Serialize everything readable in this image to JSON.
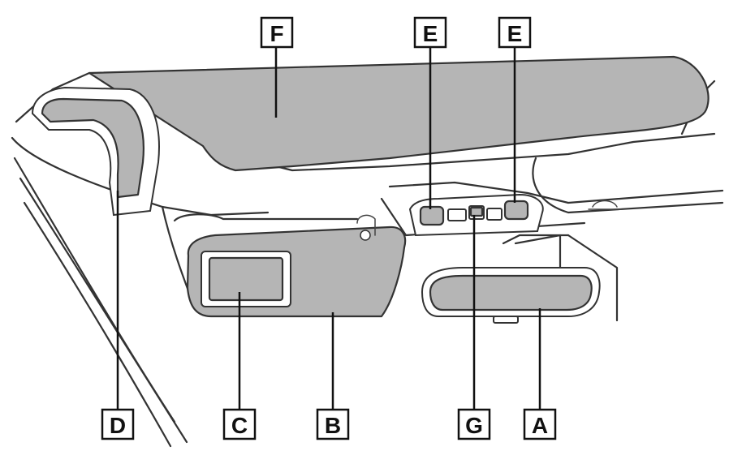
{
  "diagram": {
    "labels": {
      "F": "F",
      "E1": "E",
      "E2": "E",
      "D": "D",
      "C": "C",
      "B": "B",
      "G": "G",
      "A": "A"
    }
  }
}
